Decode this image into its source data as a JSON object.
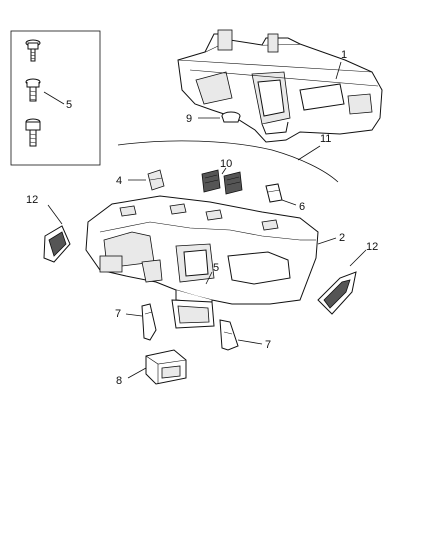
{
  "callouts": {
    "c1": "1",
    "c2": "2",
    "c4": "4",
    "c5a": "5",
    "c5b": "5",
    "c6": "6",
    "c7a": "7",
    "c7b": "7",
    "c8": "8",
    "c9": "9",
    "c10": "10",
    "c11": "11",
    "c12a": "12",
    "c12b": "12"
  }
}
